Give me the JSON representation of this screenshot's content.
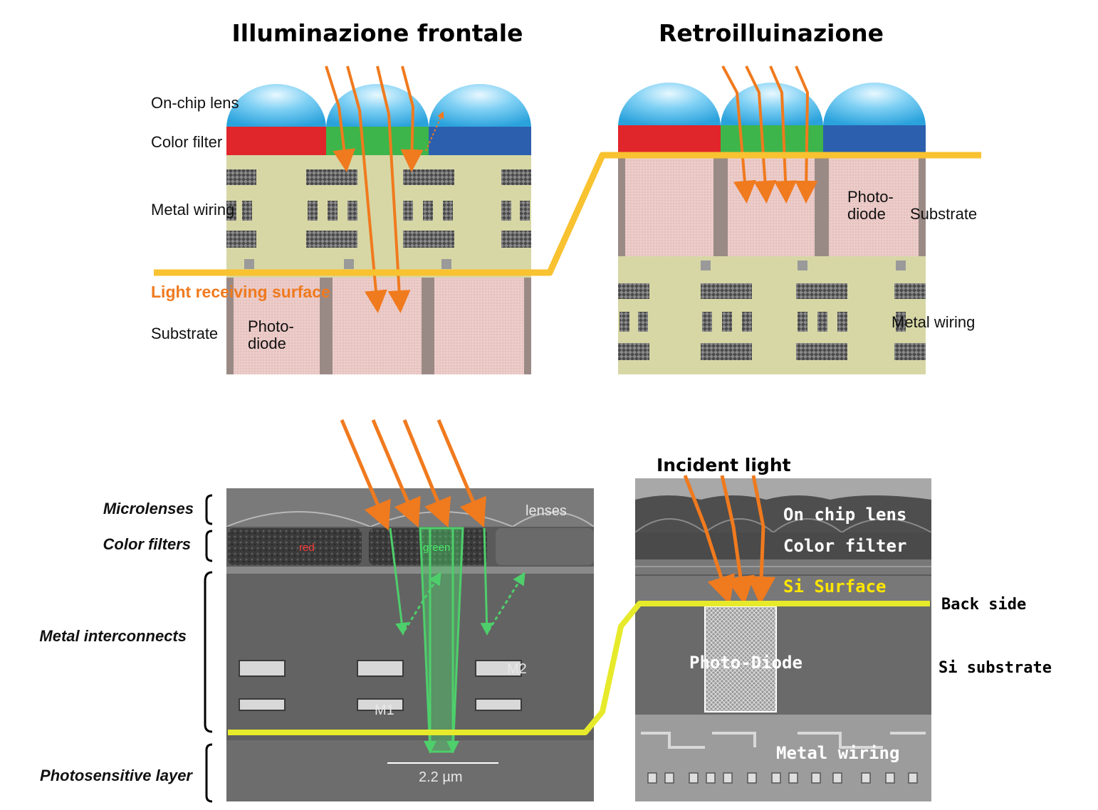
{
  "titles": {
    "front": "Illuminazione frontale",
    "back": "Retroilluinazione"
  },
  "front_diagram": {
    "on_chip_lens": "On-chip lens",
    "color_filter": "Color filter",
    "metal_wiring": "Metal wiring",
    "light_receiving_surface": "Light receiving surface",
    "substrate": "Substrate",
    "photo": "Photo-",
    "diode": "diode"
  },
  "back_diagram": {
    "photo": "Photo-",
    "diode": "diode",
    "substrate": "Substrate",
    "metal_wiring": "Metal wiring"
  },
  "sem_front": {
    "microlenses": "Microlenses",
    "color_filters": "Color filters",
    "metal_interconnects": "Metal interconnects",
    "photosensitive_layer": "Photosensitive layer",
    "lenses": "lenses",
    "red": "red",
    "green": "green",
    "m1": "M1",
    "m2": "M2",
    "scale": "2.2 µm"
  },
  "sem_back": {
    "incident_light": "Incident light",
    "on_chip_lens": "On chip lens",
    "color_filter": "Color filter",
    "si_surface": "Si Surface",
    "back_side": "Back side",
    "photo_diode": "Photo-Diode",
    "si_substrate": "Si substrate",
    "metal_wiring": "Metal wiring"
  },
  "colors": {
    "light_arrow": "#f07a1e",
    "surface_line": "#f8c230",
    "sem_surface_line": "#e7ea2a",
    "red_filter": "#e0262b",
    "green_filter": "#3db54a",
    "blue_filter": "#2c5fae",
    "wiring_layer": "#d7d7a6",
    "photodiode": "#e9c8c6",
    "green_light": "#4ecf6b"
  }
}
